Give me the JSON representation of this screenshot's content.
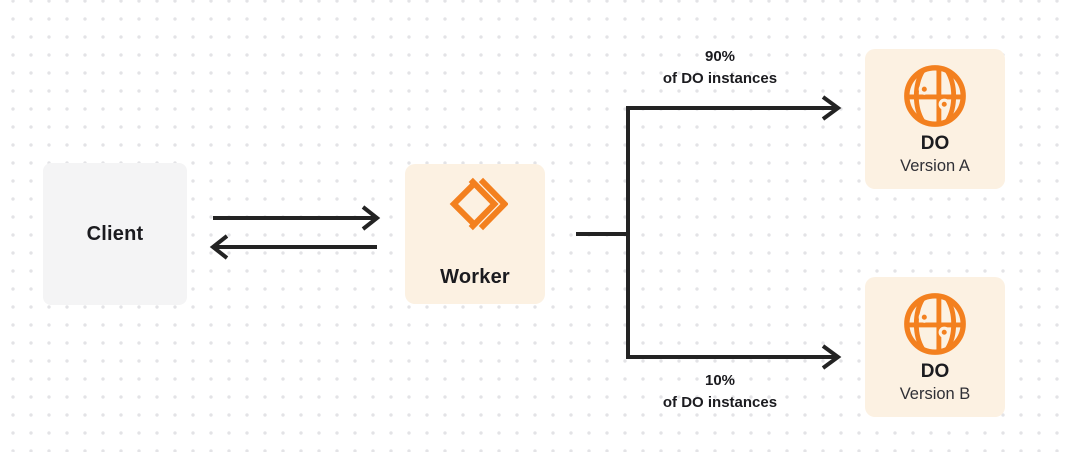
{
  "diagram": {
    "nodes": {
      "client": {
        "label": "Client"
      },
      "worker": {
        "label": "Worker",
        "icon": "workers-logo-icon"
      },
      "do_version_a": {
        "title": "DO",
        "subtitle": "Version A",
        "icon": "durable-object-globe-icon"
      },
      "do_version_b": {
        "title": "DO",
        "subtitle": "Version B",
        "icon": "durable-object-globe-icon"
      }
    },
    "edge_labels": {
      "top": {
        "percent": "90%",
        "caption": "of DO instances"
      },
      "bottom": {
        "percent": "10%",
        "caption": "of DO instances"
      }
    },
    "colors": {
      "orange": "#F3801F",
      "worker_card_bg": "#FCF1E2",
      "client_card_bg": "#F4F4F5",
      "connector": "#232323",
      "text_primary": "#1B1B1F",
      "text_secondary": "#303036",
      "grid_dot": "#E3E3E6",
      "canvas_bg": "#FFFFFF"
    }
  }
}
